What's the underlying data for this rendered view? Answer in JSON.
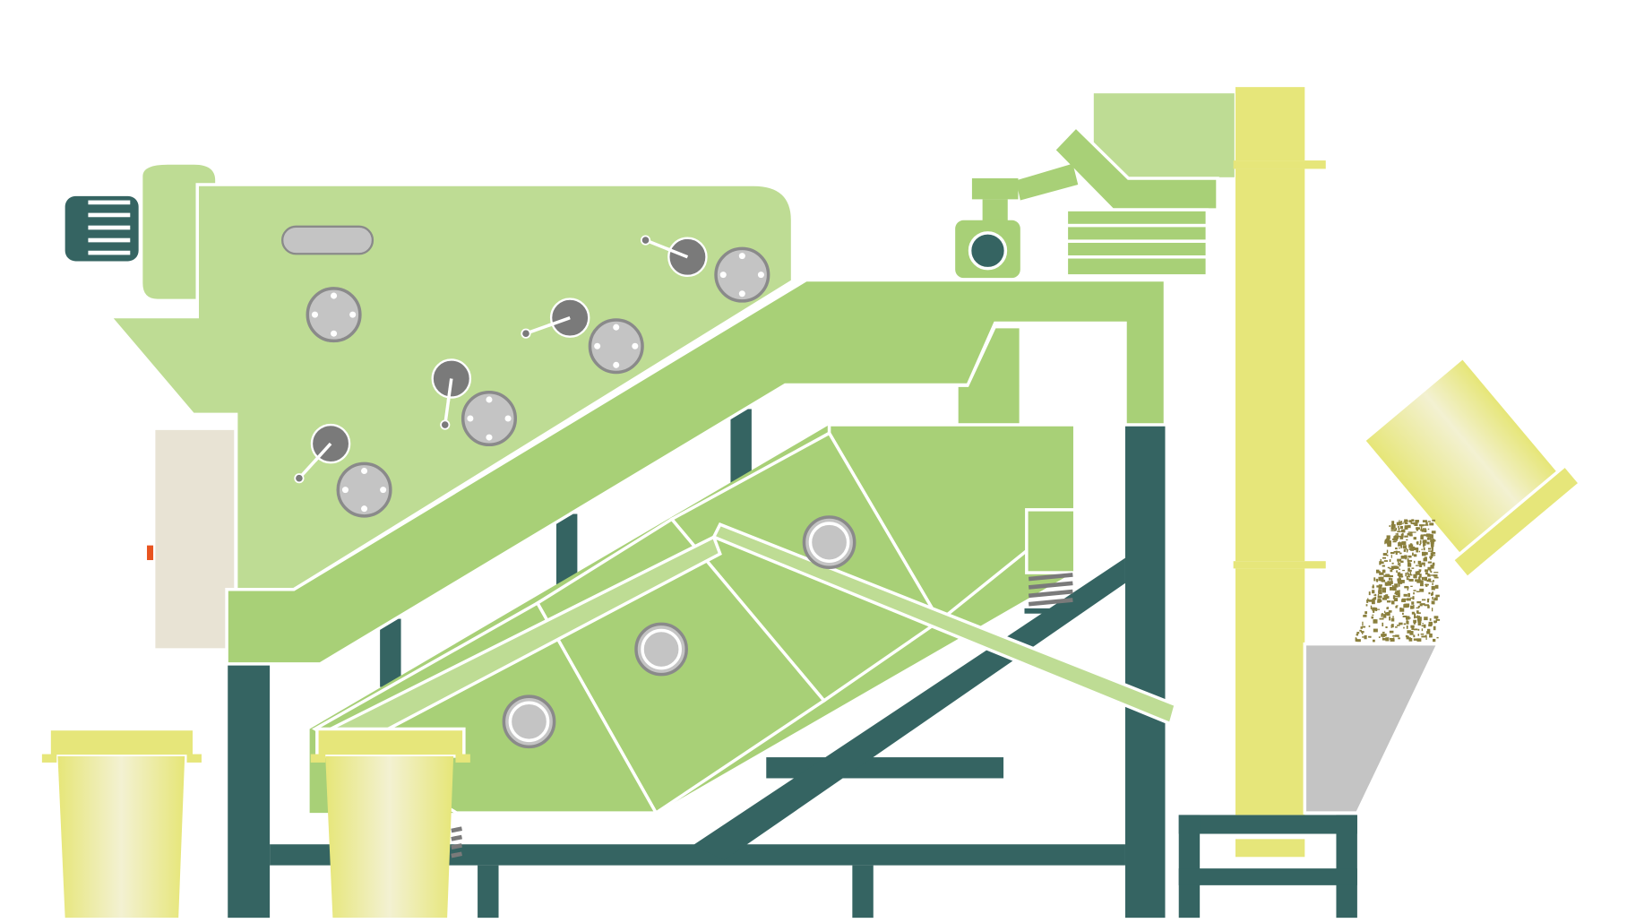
{
  "diagram": {
    "labels": [],
    "components": [
      "drive-motor",
      "aspiration-housing",
      "feed-hopper",
      "elevator",
      "vibrating-screen-deck",
      "collection-bins",
      "support-frame"
    ]
  },
  "colors": {
    "background": "#ffffff",
    "light_green": "#bedc94",
    "mid_green": "#a8d077",
    "frame": "#356462",
    "yellow": "#e6e67a",
    "grey": "#c4c4c4",
    "dark_grey": "#7a7a7a",
    "beige": "#e8e3d4",
    "grain": "#8a7f3d",
    "accent": "#e8531f"
  }
}
